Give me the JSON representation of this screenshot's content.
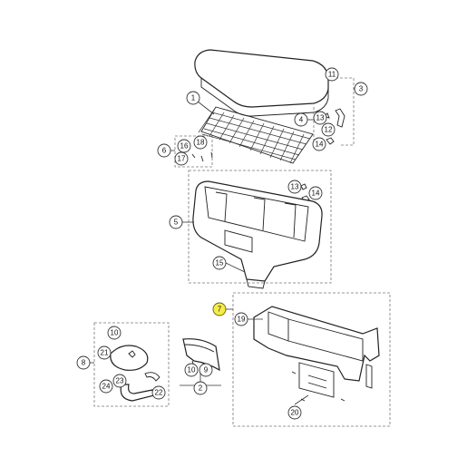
{
  "diagram": {
    "highlight_color": "#f5ec4a",
    "callouts": [
      {
        "id": "c1",
        "label": "1"
      },
      {
        "id": "c2",
        "label": "2"
      },
      {
        "id": "c3",
        "label": "3"
      },
      {
        "id": "c4",
        "label": "4"
      },
      {
        "id": "c5",
        "label": "5"
      },
      {
        "id": "c6",
        "label": "6"
      },
      {
        "id": "c7",
        "label": "7",
        "highlighted": true
      },
      {
        "id": "c8",
        "label": "8"
      },
      {
        "id": "c9",
        "label": "9"
      },
      {
        "id": "c10a",
        "label": "10"
      },
      {
        "id": "c10b",
        "label": "10"
      },
      {
        "id": "c11",
        "label": "11"
      },
      {
        "id": "c12",
        "label": "12"
      },
      {
        "id": "c13a",
        "label": "13"
      },
      {
        "id": "c13b",
        "label": "13"
      },
      {
        "id": "c14a",
        "label": "14"
      },
      {
        "id": "c14b",
        "label": "14"
      },
      {
        "id": "c15",
        "label": "15"
      },
      {
        "id": "c16",
        "label": "16"
      },
      {
        "id": "c17",
        "label": "17"
      },
      {
        "id": "c18",
        "label": "18"
      },
      {
        "id": "c19",
        "label": "19"
      },
      {
        "id": "c20",
        "label": "20"
      },
      {
        "id": "c21",
        "label": "21"
      },
      {
        "id": "c22",
        "label": "22"
      },
      {
        "id": "c23",
        "label": "23"
      },
      {
        "id": "c24",
        "label": "24"
      }
    ]
  }
}
